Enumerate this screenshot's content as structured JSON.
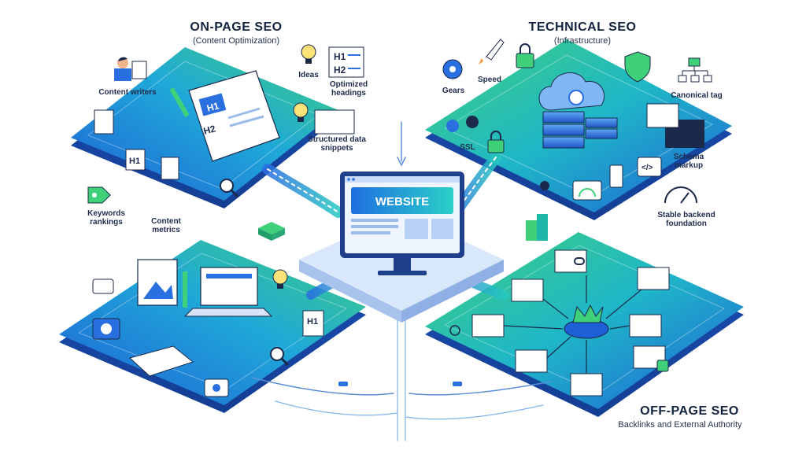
{
  "onpage": {
    "title": "ON-PAGE SEO",
    "subtitle": "(Content Optimization)",
    "labels": {
      "content_writers": "Content writers",
      "ideas": "Ideas",
      "optimized_headings": "Optimized headings",
      "structured_data": "Structured data snippets",
      "keywords": "Keywords rankings",
      "content_metrics": "Content metrics",
      "h1": "H1",
      "h2": "H2"
    }
  },
  "technical": {
    "title": "TECHNICAL SEO",
    "subtitle": "(Infrastructure)",
    "labels": {
      "gears": "Gears",
      "speed": "Speed",
      "ssl": "SSL",
      "canonical": "Canonical tag",
      "schema": "Schema markup",
      "stable": "Stable backend foundation"
    }
  },
  "offpage": {
    "title": "OFF-PAGE SEO",
    "subtitle": "Backlinks and External Authority"
  },
  "center": {
    "website_label": "WEBSITE"
  },
  "colors": {
    "blue": "#1f5fd6",
    "teal": "#1fc6b5",
    "green": "#3fd07a",
    "navy": "#12233f"
  }
}
